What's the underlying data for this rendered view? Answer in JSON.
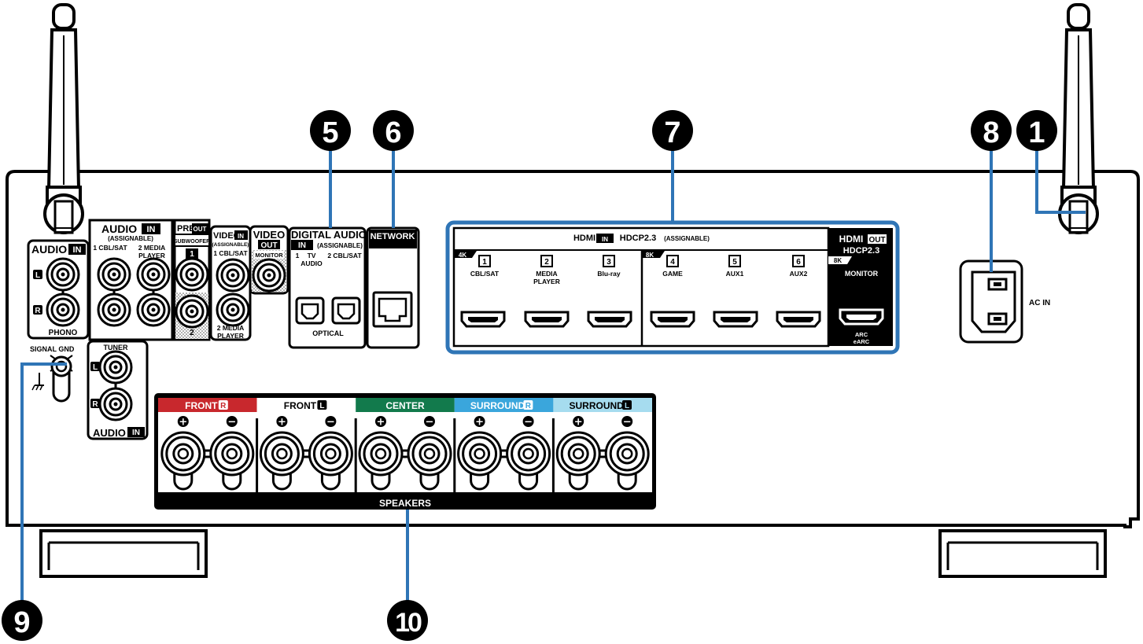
{
  "callouts": {
    "c1": "1",
    "c5": "5",
    "c6": "6",
    "c7": "7",
    "c8": "8",
    "c9": "9",
    "c10": "10"
  },
  "audio_in": {
    "title": "AUDIO",
    "in_tag": "IN",
    "assignable": "(ASSIGNABLE)",
    "input1": "1 CBL/SAT",
    "input2_line1": "2 MEDIA",
    "input2_line2": "PLAYER"
  },
  "phono": {
    "title": "AUDIO",
    "in_tag": "IN",
    "left": "L",
    "right": "R",
    "label": "PHONO"
  },
  "pre_out": {
    "pre": "PRE",
    "out": "OUT",
    "subwoofer": "SUBWOOFER",
    "sw1": "1",
    "sw2": "2"
  },
  "video_in": {
    "title": "VIDEO",
    "in_tag": "IN",
    "assignable": "(ASSIGNABLE)",
    "input1": "1 CBL/SAT",
    "input2_line1": "2 MEDIA",
    "input2_line2": "PLAYER"
  },
  "video_out": {
    "title": "VIDEO",
    "out": "OUT",
    "monitor": "MONITOR"
  },
  "digital_audio": {
    "title": "DIGITAL AUDIO",
    "in_tag": "IN",
    "assignable": "(ASSIGNABLE)",
    "input1_num": "1",
    "input1_line1": "TV",
    "input1_line2": "AUDIO",
    "input2": "2 CBL/SAT",
    "optical": "OPTICAL"
  },
  "network": {
    "title": "NETWORK"
  },
  "hdmi_in": {
    "hdmi": "HDMI",
    "in_tag": "IN",
    "hdcp": "HDCP2.3",
    "assignable": "(ASSIGNABLE)",
    "tag_4k": "4K",
    "tag_8k": "8K",
    "ports": [
      {
        "num": "1",
        "line1": "CBL/SAT",
        "line2": ""
      },
      {
        "num": "2",
        "line1": "MEDIA",
        "line2": "PLAYER"
      },
      {
        "num": "3",
        "line1": "Blu-ray",
        "line2": ""
      },
      {
        "num": "4",
        "line1": "GAME",
        "line2": ""
      },
      {
        "num": "5",
        "line1": "AUX1",
        "line2": ""
      },
      {
        "num": "6",
        "line1": "AUX2",
        "line2": ""
      }
    ]
  },
  "hdmi_out": {
    "hdmi": "HDMI",
    "out": "OUT",
    "hdcp": "HDCP2.3",
    "tag_8k": "8K",
    "monitor": "MONITOR",
    "arc": "ARC",
    "earc": "eARC"
  },
  "ac_in": {
    "label": "AC IN"
  },
  "signal_gnd": {
    "label": "SIGNAL GND"
  },
  "tuner": {
    "title": "TUNER",
    "left": "L",
    "right": "R",
    "footer": "AUDIO",
    "in_tag": "IN"
  },
  "speakers": {
    "title": "SPEAKERS",
    "plus": "+",
    "minus": "−",
    "channels": [
      {
        "label": "FRONT",
        "side": "R",
        "color": "#c8282d"
      },
      {
        "label": "FRONT",
        "side": "L",
        "color": "#ffffff"
      },
      {
        "label": "CENTER",
        "side": "",
        "color": "#127a4c"
      },
      {
        "label": "SURROUND",
        "side": "R",
        "color": "#3aa6dc"
      },
      {
        "label": "SURROUND",
        "side": "L",
        "color": "#a6dcef"
      }
    ]
  },
  "colors": {
    "callout_line": "#2f75b6",
    "hdmi_frame": "#2f75b6",
    "outline": "#000000"
  }
}
